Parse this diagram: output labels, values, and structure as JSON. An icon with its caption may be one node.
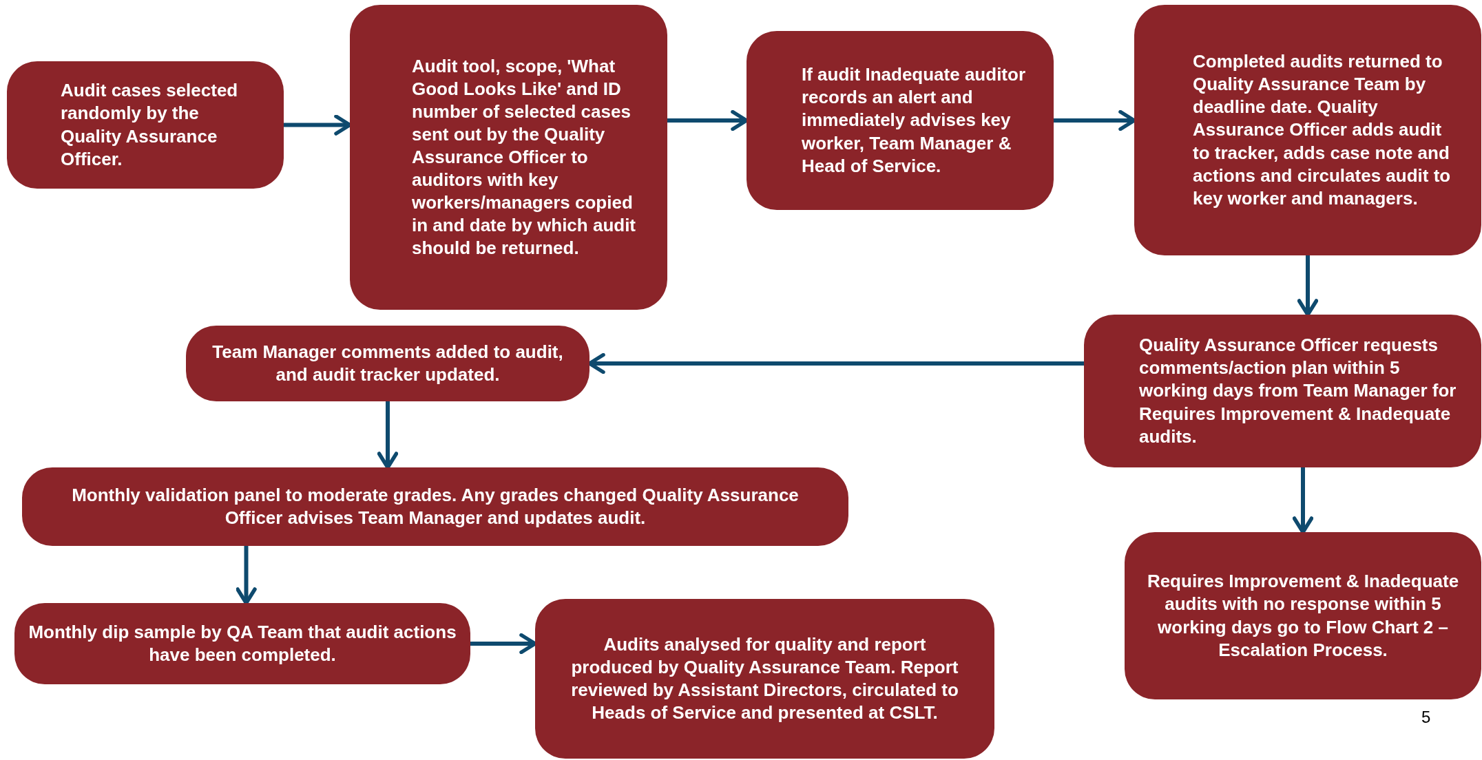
{
  "diagram": {
    "nodes": [
      {
        "text": [
          "Audit cases selected randomly by the Quality Assurance Officer."
        ]
      },
      {
        "text": [
          "Audit tool, scope, 'What Good Looks Like' and ID number of selected cases sent out by the Quality Assurance Officer to auditors with key workers/managers copied in and date by which audit should be returned."
        ]
      },
      {
        "text": [
          "If audit Inadequate auditor records an alert and immediately advises key worker, Team Manager & Head of Service."
        ]
      },
      {
        "text": [
          "Completed audits returned to Quality Assurance Team by deadline date. Quality Assurance Officer adds audit to tracker, adds case note and actions and circulates audit to key worker and managers."
        ]
      },
      {
        "text": [
          "Quality Assurance Officer requests comments/action plan within 5 working days from Team Manager for Requires Improvement & Inadequate audits."
        ]
      },
      {
        "text": [
          "Team Manager comments added to audit, and audit tracker updated."
        ]
      },
      {
        "text": [
          "Monthly validation panel to moderate grades. Any grades changed Quality Assurance Officer advises Team Manager and updates audit."
        ]
      },
      {
        "text": [
          "Monthly dip sample by QA Team that audit actions have been completed."
        ]
      },
      {
        "text": [
          "Audits analysed for quality and report produced by Quality Assurance Team. Report reviewed by Assistant Directors, circulated to Heads of Service and presented at CSLT."
        ]
      },
      {
        "text": [
          "Requires Improvement & Inadequate audits with no response within 5 working days go to Flow Chart 2 – Escalation Process."
        ]
      }
    ],
    "edges": [
      {
        "from": 0,
        "to": 1,
        "arrow": "to"
      },
      {
        "from": 1,
        "to": 2,
        "arrow": "to"
      },
      {
        "from": 2,
        "to": 3,
        "arrow": "to"
      },
      {
        "from": 3,
        "to": 4,
        "arrow": "to"
      },
      {
        "from": 4,
        "to": 5,
        "arrow": "to"
      },
      {
        "from": 5,
        "to": 6,
        "arrow": "to"
      },
      {
        "from": 6,
        "to": 7,
        "arrow": "to"
      },
      {
        "from": 7,
        "to": 8,
        "arrow": "to"
      },
      {
        "from": 4,
        "to": 9,
        "arrow": "to"
      }
    ],
    "labels": [
      "5"
    ]
  }
}
